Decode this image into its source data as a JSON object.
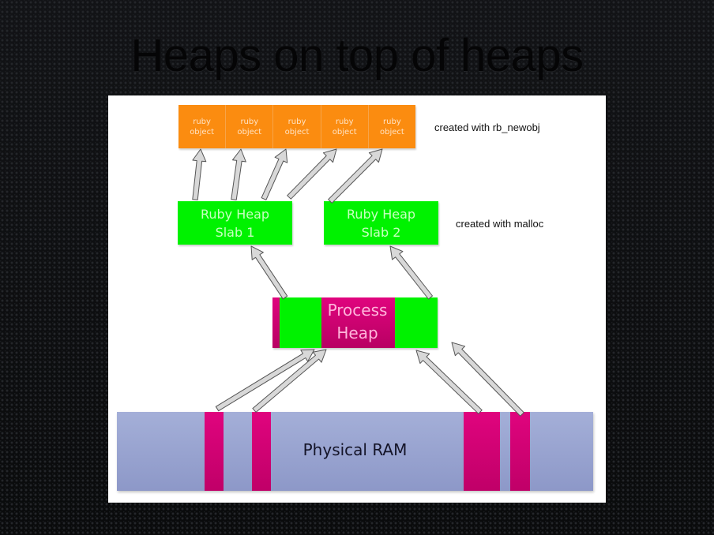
{
  "slide": {
    "title": "Heaps on top of heaps"
  },
  "diagram": {
    "ruby_objects": [
      {
        "line1": "ruby",
        "line2": "object"
      },
      {
        "line1": "ruby",
        "line2": "object"
      },
      {
        "line1": "ruby",
        "line2": "object"
      },
      {
        "line1": "ruby",
        "line2": "object"
      },
      {
        "line1": "ruby",
        "line2": "object"
      }
    ],
    "notes": {
      "objects": "created with rb_newobj",
      "slabs": "created with malloc"
    },
    "slabs": [
      {
        "line1": "Ruby Heap",
        "line2": "Slab 1"
      },
      {
        "line1": "Ruby Heap",
        "line2": "Slab 2"
      }
    ],
    "process_heap": {
      "line1": "Process",
      "line2": "Heap"
    },
    "physical_ram": {
      "label": "Physical RAM"
    },
    "colors": {
      "ruby_object": "#fb8c10",
      "slab": "#00f200",
      "allocated": "#e0047e",
      "ram": "#a4afd8",
      "arrow_fill": "#d8d8d8",
      "arrow_stroke": "#555555"
    },
    "arrow_count": 11
  }
}
